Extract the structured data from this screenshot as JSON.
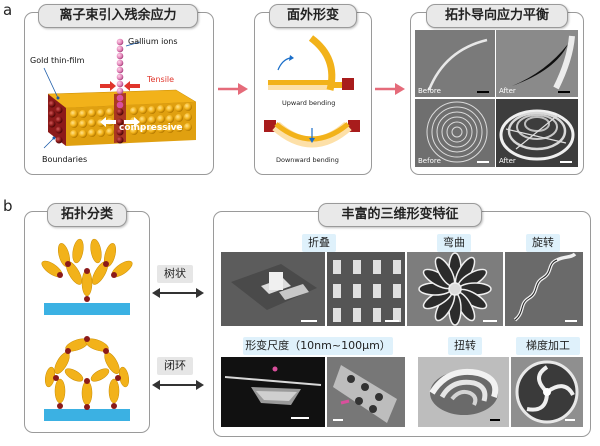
{
  "panel_a": {
    "letter": "a",
    "box1_title": "离子束引入残余应力",
    "box2_title": "面外形变",
    "box3_title": "拓扑导向应力平衡",
    "gallium_label": "Gallium ions",
    "gold_label": "Gold thin-film",
    "tensile_label": "Tensile",
    "compressive_label": "compressive",
    "boundaries_label": "Boundaries",
    "upward_label": "Upward bending",
    "downward_label": "Downward bending",
    "before_label": "Before",
    "after_label": "After",
    "before_label_2": "Before",
    "after_label_2": "After"
  },
  "panel_b": {
    "letter": "b",
    "left_title": "拓扑分类",
    "right_title": "丰富的三维形变特征",
    "tree_label": "树状",
    "loop_label": "闭环",
    "fold_tag": "折叠",
    "bend_tag": "弯曲",
    "rotate_tag": "旋转",
    "scale_tag": "形变尺度（10nm~100μm）",
    "twist_tag": "扭转",
    "gradient_tag": "梯度加工"
  },
  "colors": {
    "gold": "#f2b21a",
    "dark_red": "#8b1a1a",
    "substrate_blue": "#3bb1e3",
    "arrow_pink": "#e56b7a",
    "tensile_red": "#e0352b",
    "ion_pink": "#d94f9c"
  }
}
